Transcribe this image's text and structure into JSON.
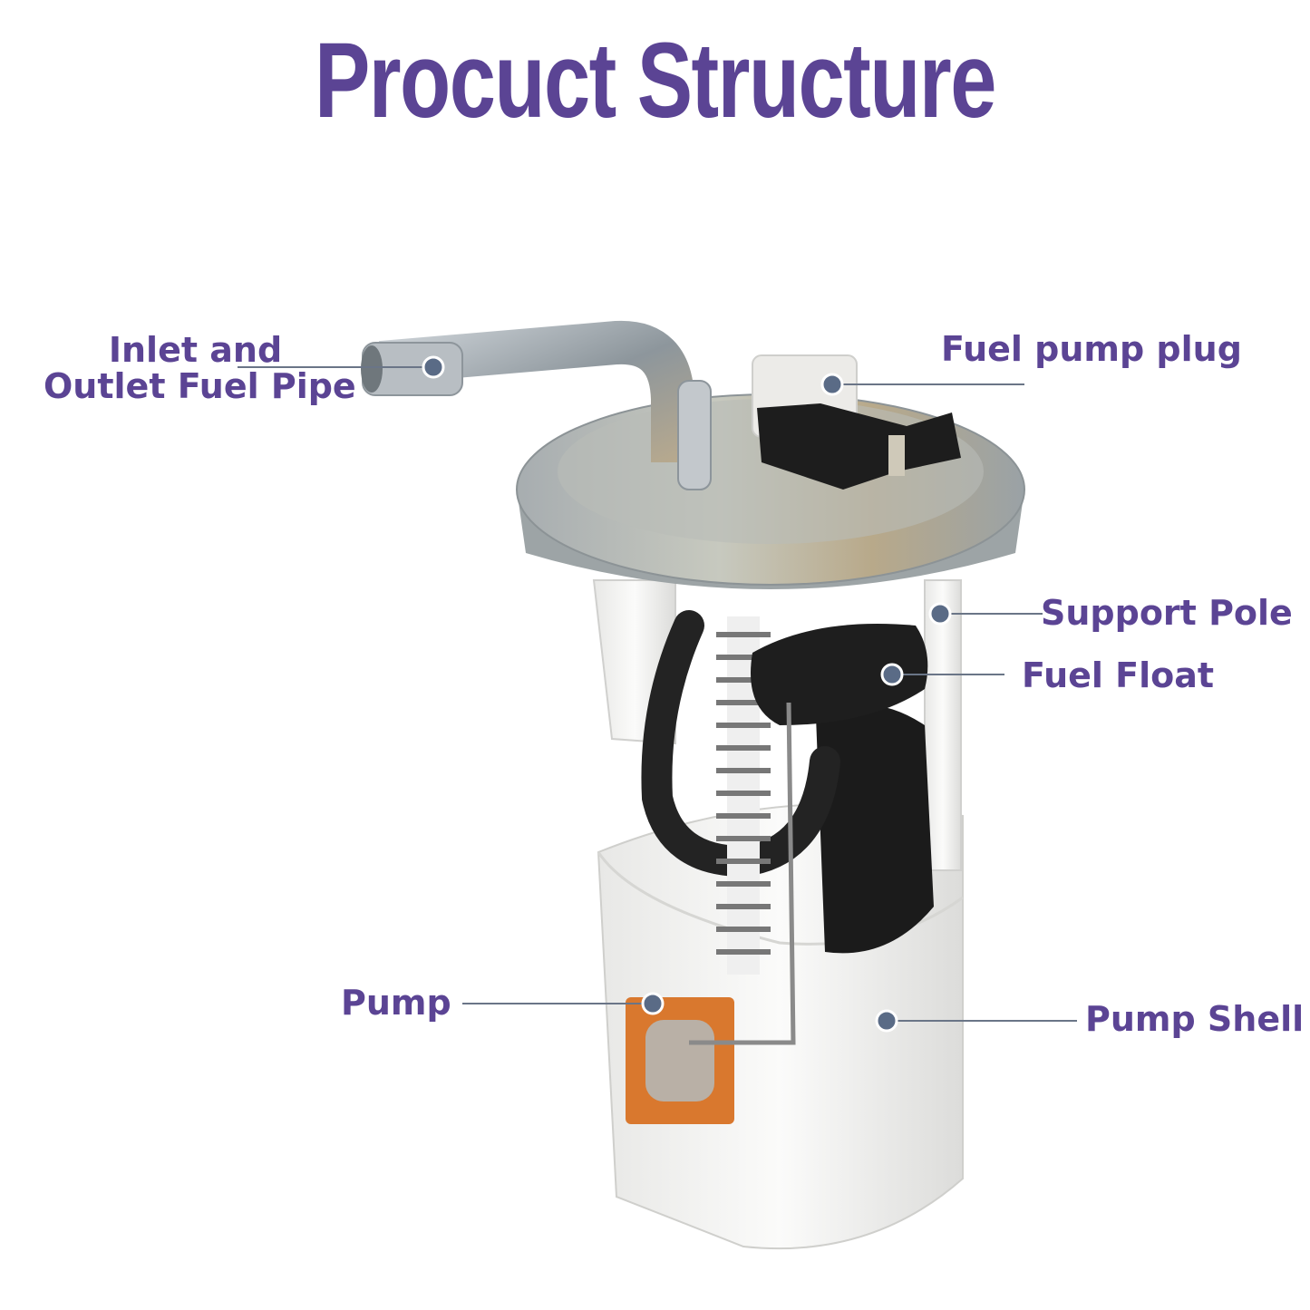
{
  "title": "Procuct Structure",
  "colors": {
    "title": "#5b4494",
    "label": "#5b4494",
    "leader": "#6a7587",
    "dot": "#5a6b86"
  },
  "labels": {
    "inlet_line1": "Inlet and",
    "inlet_line2": "Outlet Fuel Pipe",
    "plug": "Fuel pump plug",
    "support_pole": "Support Pole",
    "fuel_float": "Fuel Float",
    "pump": "Pump",
    "pump_shell": "Pump Shell"
  }
}
